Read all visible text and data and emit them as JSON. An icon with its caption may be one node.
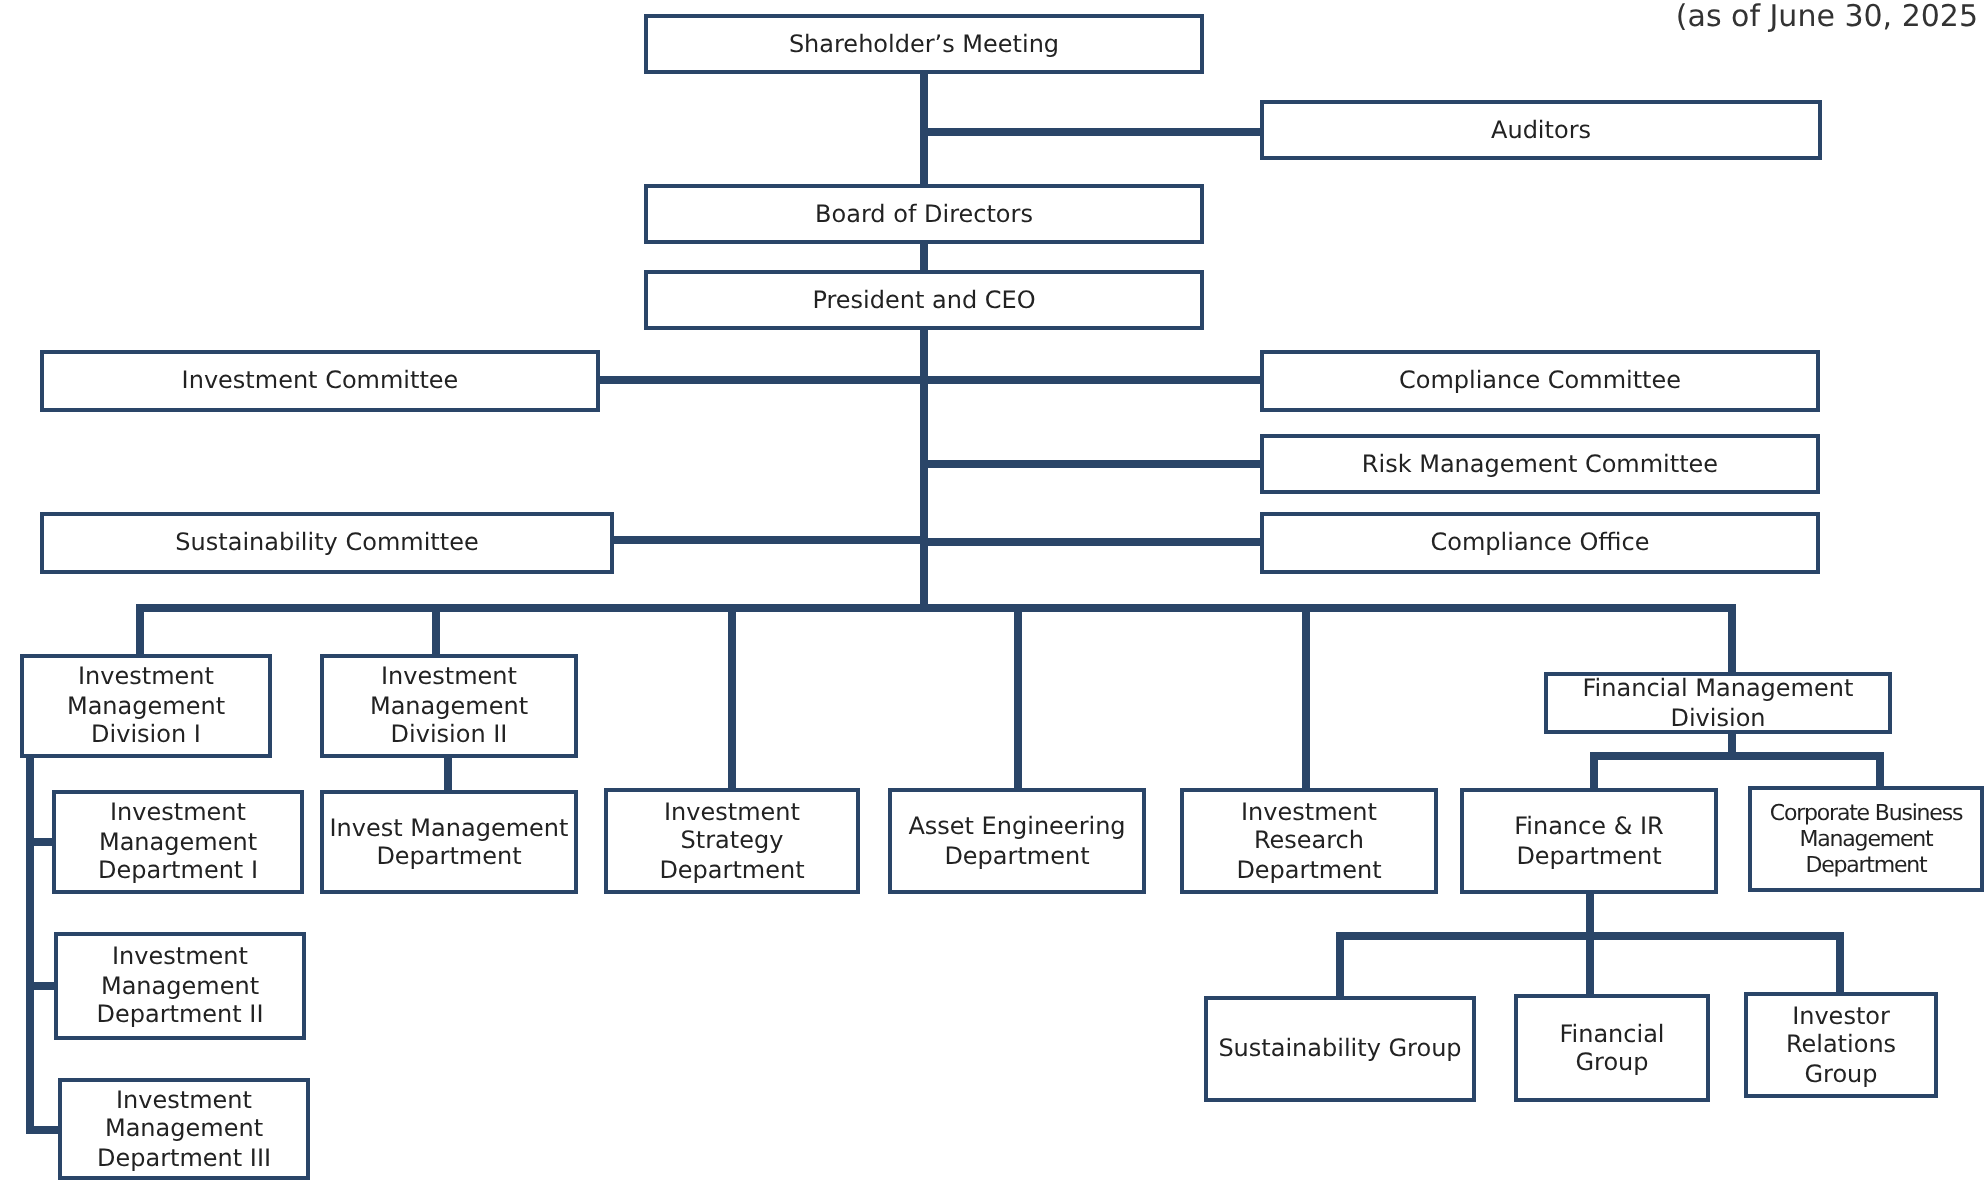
{
  "diagram": {
    "nodes": [
      {
        "text": [
          "Shareholder’s Meeting"
        ]
      },
      {
        "text": [
          "Auditors"
        ]
      },
      {
        "text": [
          "Board of Directors"
        ]
      },
      {
        "text": [
          "President and CEO"
        ]
      },
      {
        "text": [
          "Investment Committee"
        ]
      },
      {
        "text": [
          "Compliance Committee"
        ]
      },
      {
        "text": [
          "Risk Management Committee"
        ]
      },
      {
        "text": [
          "Sustainability Committee"
        ]
      },
      {
        "text": [
          "Compliance Office"
        ]
      },
      {
        "text": [
          "Investment Management Division I"
        ]
      },
      {
        "text": [
          "Investment Management Division II"
        ]
      },
      {
        "text": [
          "Investment Strategy Department"
        ]
      },
      {
        "text": [
          "Asset Engineering Department"
        ]
      },
      {
        "text": [
          "Investment Research Department"
        ]
      },
      {
        "text": [
          "Financial Management Division"
        ]
      },
      {
        "text": [
          "Investment Management Department I"
        ]
      },
      {
        "text": [
          "Invest Management Department"
        ]
      },
      {
        "text": [
          "Finance & IR Department"
        ]
      },
      {
        "text": [
          "Corporate Business Management Department"
        ]
      },
      {
        "text": [
          "Investment Management Department II"
        ]
      },
      {
        "text": [
          "Investment Management Department III"
        ]
      },
      {
        "text": [
          "Sustainability Group"
        ]
      },
      {
        "text": [
          "Financial Group"
        ]
      },
      {
        "text": [
          "Investor Relations Group"
        ]
      }
    ],
    "edges": [
      {
        "from": 0,
        "to": 1,
        "arrow": "none"
      },
      {
        "from": 0,
        "to": 2,
        "arrow": "none"
      },
      {
        "from": 2,
        "to": 3,
        "arrow": "none"
      },
      {
        "from": 3,
        "to": 4,
        "arrow": "none"
      },
      {
        "from": 3,
        "to": 5,
        "arrow": "none"
      },
      {
        "from": 3,
        "to": 6,
        "arrow": "none"
      },
      {
        "from": 3,
        "to": 7,
        "arrow": "none"
      },
      {
        "from": 3,
        "to": 8,
        "arrow": "none"
      },
      {
        "from": 3,
        "to": 9,
        "arrow": "none"
      },
      {
        "from": 3,
        "to": 10,
        "arrow": "none"
      },
      {
        "from": 3,
        "to": 11,
        "arrow": "none"
      },
      {
        "from": 3,
        "to": 12,
        "arrow": "none"
      },
      {
        "from": 3,
        "to": 13,
        "arrow": "none"
      },
      {
        "from": 3,
        "to": 14,
        "arrow": "none"
      },
      {
        "from": 9,
        "to": 15,
        "arrow": "none"
      },
      {
        "from": 9,
        "to": 19,
        "arrow": "none"
      },
      {
        "from": 9,
        "to": 20,
        "arrow": "none"
      },
      {
        "from": 10,
        "to": 16,
        "arrow": "none"
      },
      {
        "from": 14,
        "to": 17,
        "arrow": "none"
      },
      {
        "from": 14,
        "to": 18,
        "arrow": "none"
      },
      {
        "from": 17,
        "to": 21,
        "arrow": "none"
      },
      {
        "from": 17,
        "to": 22,
        "arrow": "none"
      },
      {
        "from": 17,
        "to": 23,
        "arrow": "none"
      }
    ],
    "labels": [
      "(as of June 30, 2025"
    ]
  }
}
